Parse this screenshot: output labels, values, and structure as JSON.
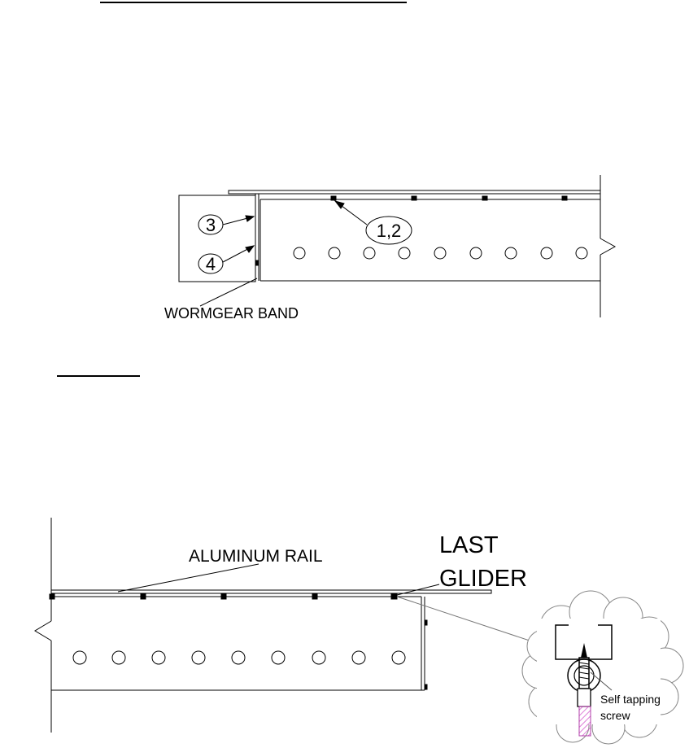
{
  "figure_top": {
    "callouts": [
      "3",
      "4",
      "1,2"
    ],
    "band_label": "WORMGEAR BAND"
  },
  "figure_bottom": {
    "rail_label": "ALUMINUM RAIL",
    "last_glider_line1": "LAST",
    "last_glider_line2": "GLIDER",
    "detail_label_line1": "Self tapping",
    "detail_label_line2": "screw"
  }
}
